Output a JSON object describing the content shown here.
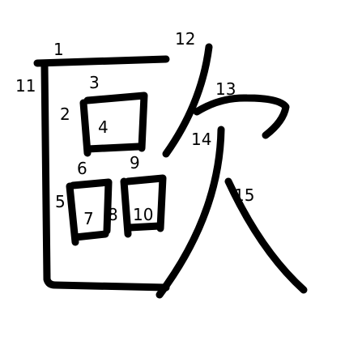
{
  "character": "歐",
  "stroke_color": "#000000",
  "stroke_labels": [
    "1",
    "2",
    "3",
    "4",
    "5",
    "6",
    "7",
    "8",
    "9",
    "10",
    "11",
    "12",
    "13",
    "14",
    "15"
  ]
}
